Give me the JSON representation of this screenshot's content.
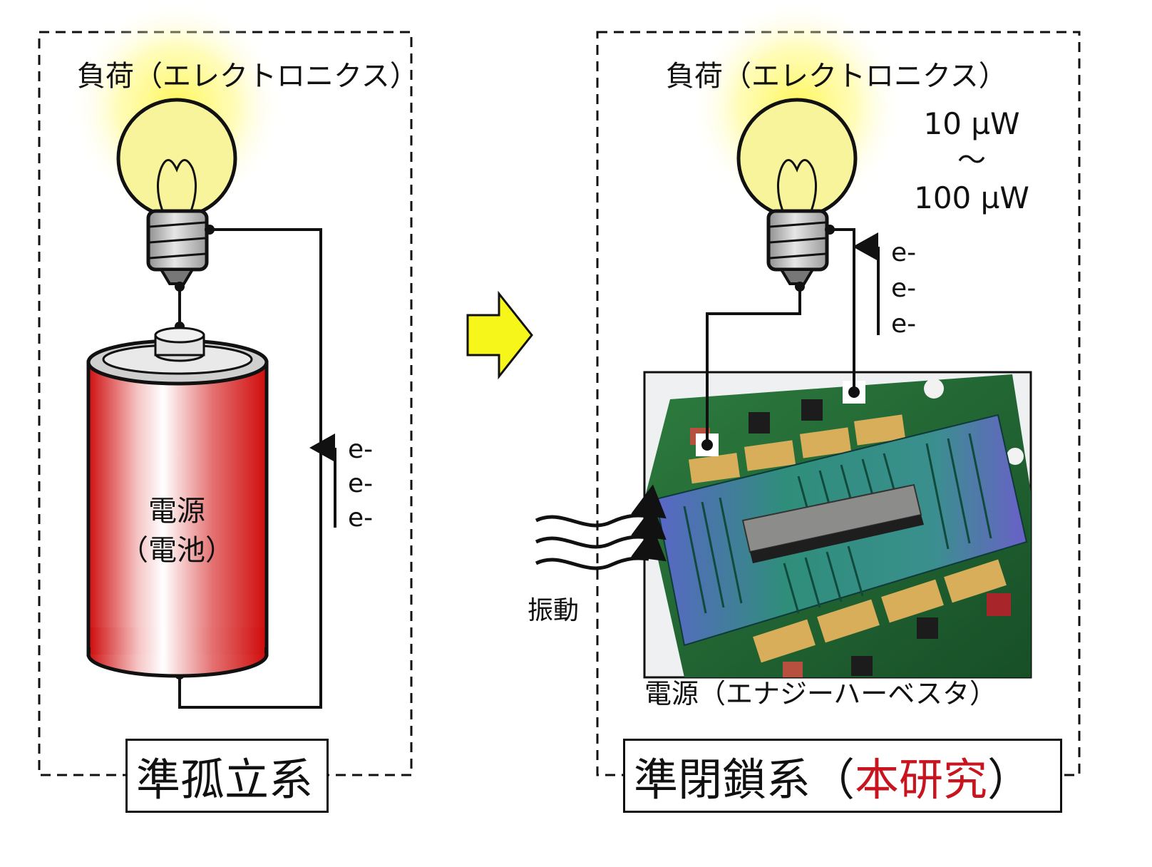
{
  "colors": {
    "arrow_fill": "#f7f61a",
    "glow": "#fff64d",
    "battery_red": "#d50e0e",
    "pcb_green": "#1f6d34",
    "gold_pad": "#d9ae5a",
    "title_accent": "#c8141e"
  },
  "left": {
    "load_label": "負荷（エレクトロニクス）",
    "source_line1": "電源",
    "source_line2": "（電池）",
    "electrons": [
      "e-",
      "e-",
      "e-"
    ],
    "title": "準孤立系"
  },
  "right": {
    "load_label": "負荷（エレクトロニクス）",
    "power_top": "10 µW",
    "power_tilde": "～",
    "power_bottom": "100 µW",
    "electrons": [
      "e-",
      "e-",
      "e-"
    ],
    "vibration_label": "振動",
    "source_label": "電源（エナジーハーベスタ）",
    "title_main": "準閉鎖系（",
    "title_highlight": "本研究",
    "title_end": "）"
  },
  "icons": [
    "light-bulb-icon",
    "battery-icon",
    "energy-harvester-chip-image",
    "vibration-waves-icon",
    "transition-arrow-icon"
  ]
}
